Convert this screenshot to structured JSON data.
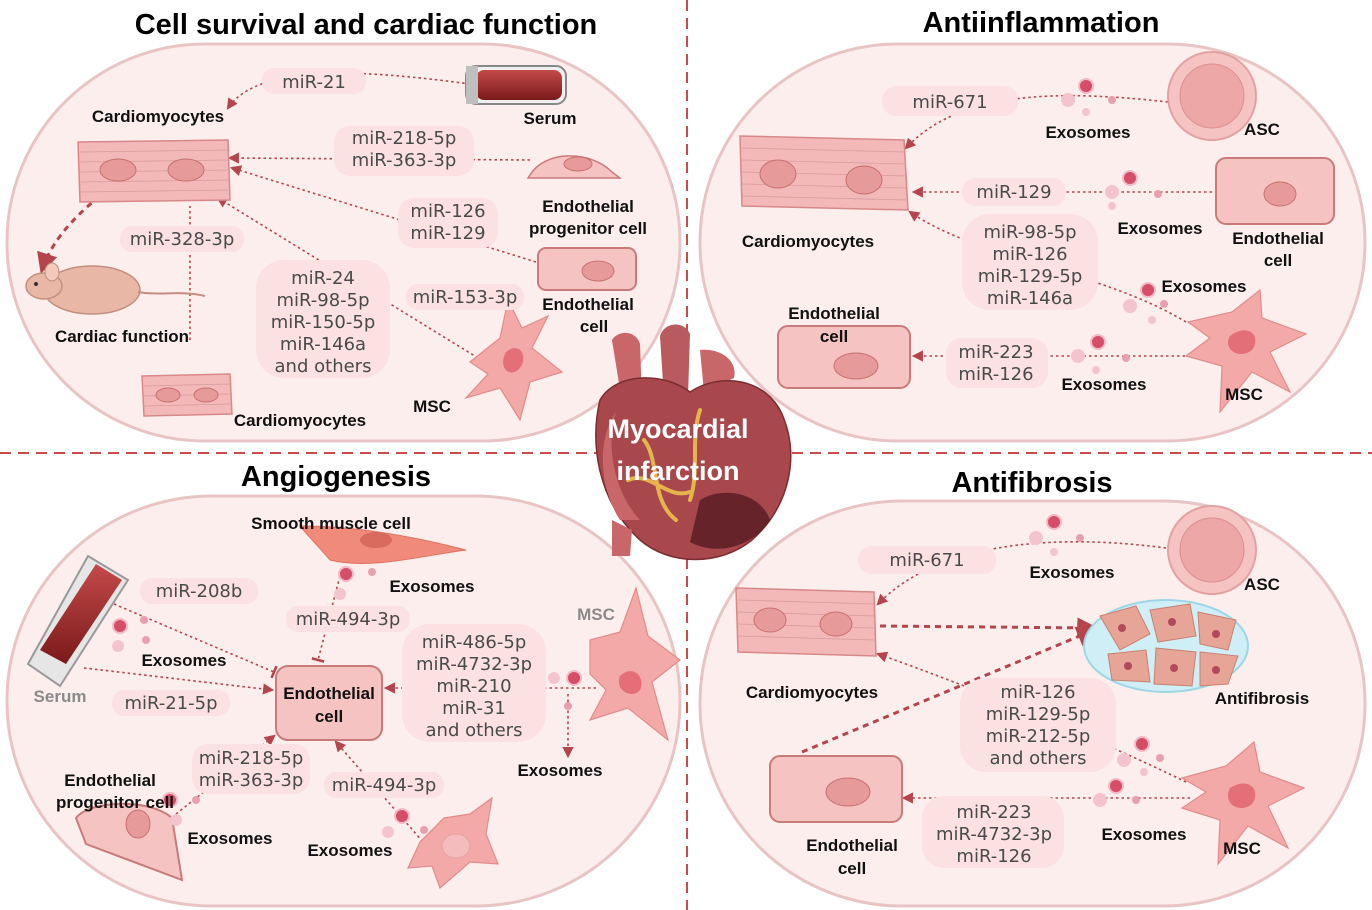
{
  "center": {
    "label": [
      "Myocardial",
      "infarction"
    ]
  },
  "quadrants": {
    "survival": {
      "title": "Cell survival and cardiac function",
      "labels": {
        "cardiomyocytes_top": "Cardiomyocytes",
        "serum": "Serum",
        "epc": [
          "Endothelial",
          "progenitor cell"
        ],
        "endothelial": [
          "Endothelial",
          "cell"
        ],
        "cardiac_function": "Cardiac function",
        "cardiomyocytes_bottom": "Cardiomyocytes",
        "msc": "MSC"
      },
      "mirs": {
        "serum": [
          "miR-21"
        ],
        "endothelial_progenitor": [
          "miR-218-5p",
          "miR-363-3p"
        ],
        "endothelial": [
          "miR-126",
          "miR-129"
        ],
        "cardiomyocyte": [
          "miR-328-3p"
        ],
        "msc_direct": [
          "miR-153-3p"
        ],
        "msc_list": [
          "miR-24",
          "miR-98-5p",
          "miR-150-5p",
          "miR-146a",
          "and others"
        ]
      }
    },
    "anti_inflammation": {
      "title": "Antiinflammation",
      "labels": {
        "exosomes_1": "Exosomes",
        "asc": "ASC",
        "exosomes_2": "Exosomes",
        "endothelial": [
          "Endothelial",
          "cell"
        ],
        "cardiomyocytes": "Cardiomyocytes",
        "exosomes_3": "Exosomes",
        "endothelial_left": [
          "Endothelial",
          "cell"
        ],
        "exosomes_4": "Exosomes",
        "msc": "MSC"
      },
      "mirs": {
        "asc": [
          "miR-671"
        ],
        "endothelial": [
          "miR-129"
        ],
        "msc_list": [
          "miR-98-5p",
          "miR-126",
          "miR-129-5p",
          "miR-146a"
        ],
        "msc_endothelial": [
          "miR-223",
          "miR-126"
        ]
      }
    },
    "angiogenesis": {
      "title": "Angiogenesis",
      "labels": {
        "smooth_muscle": "Smooth muscle cell",
        "exosomes_smc": "Exosomes",
        "exosomes_serum": "Exosomes",
        "serum": "Serum",
        "msc": "MSC",
        "endothelial": [
          "Endothelial",
          "cell"
        ],
        "exosomes_msc": "Exosomes",
        "epc": [
          "Endothelial",
          "progenitor cell"
        ],
        "exosomes_epc": "Exosomes",
        "exosomes_bottom": "Exosomes"
      },
      "mirs": {
        "serum_1": [
          "miR-208b"
        ],
        "smc": [
          "miR-494-3p"
        ],
        "serum_2": [
          "miR-21-5p"
        ],
        "msc_list": [
          "miR-486-5p",
          "miR-4732-3p",
          "miR-210",
          "miR-31",
          "and others"
        ],
        "epc": [
          "miR-218-5p",
          "miR-363-3p"
        ],
        "bottom": [
          "miR-494-3p"
        ]
      }
    },
    "antifibrosis": {
      "title": "Antifibrosis",
      "labels": {
        "exosomes_asc": "Exosomes",
        "asc": "ASC",
        "cardiomyocytes": "Cardiomyocytes",
        "antifibrosis": "Antifibrosis",
        "exosomes_msc": "Exosomes",
        "endothelial": [
          "Endothelial",
          "cell"
        ],
        "msc": "MSC"
      },
      "mirs": {
        "asc": [
          "miR-671"
        ],
        "msc_list": [
          "miR-126",
          "miR-129-5p",
          "miR-212-5p",
          "and others"
        ],
        "msc_endothelial": [
          "miR-223",
          "miR-4732-3p",
          "miR-126"
        ]
      }
    }
  },
  "colors": {
    "panel_fill": "#fdeeee",
    "panel_stroke": "#e8c4c4",
    "arrow": "#b5454c",
    "divider": "#c94b4b",
    "pill": "#fbe1e1",
    "cardiomyocyte": "#f3b8b8",
    "msc": "#f4a9a9",
    "exosome": "#d64d68"
  }
}
